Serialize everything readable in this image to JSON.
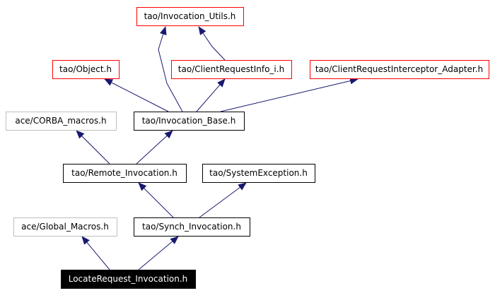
{
  "colors": {
    "edge": "#191970",
    "border_red": "#ff0000",
    "border_black": "#000000",
    "border_gray": "#bfbfbf",
    "focus_fill": "#000000",
    "focus_text": "#ffffff"
  },
  "nodes": [
    {
      "id": "invocation_utils",
      "label": "tao/Invocation_Utils.h",
      "style": "red"
    },
    {
      "id": "object_h",
      "label": "tao/Object.h",
      "style": "red"
    },
    {
      "id": "clientrequestinfo_i",
      "label": "tao/ClientRequestInfo_i.h",
      "style": "red"
    },
    {
      "id": "clientrequestinterceptor_adapter",
      "label": "tao/ClientRequestInterceptor_Adapter.h",
      "style": "red"
    },
    {
      "id": "corba_macros",
      "label": "ace/CORBA_macros.h",
      "style": "gray"
    },
    {
      "id": "invocation_base",
      "label": "tao/Invocation_Base.h",
      "style": "black"
    },
    {
      "id": "remote_invocation",
      "label": "tao/Remote_Invocation.h",
      "style": "black"
    },
    {
      "id": "systemexception",
      "label": "tao/SystemException.h",
      "style": "black"
    },
    {
      "id": "global_macros",
      "label": "ace/Global_Macros.h",
      "style": "gray"
    },
    {
      "id": "synch_invocation",
      "label": "tao/Synch_Invocation.h",
      "style": "black"
    },
    {
      "id": "locaterequest_invocation",
      "label": "LocateRequest_Invocation.h",
      "style": "focus"
    }
  ],
  "edges": [
    {
      "from": "locaterequest_invocation",
      "to": "global_macros"
    },
    {
      "from": "locaterequest_invocation",
      "to": "synch_invocation"
    },
    {
      "from": "synch_invocation",
      "to": "remote_invocation"
    },
    {
      "from": "synch_invocation",
      "to": "systemexception"
    },
    {
      "from": "remote_invocation",
      "to": "corba_macros"
    },
    {
      "from": "remote_invocation",
      "to": "invocation_base"
    },
    {
      "from": "invocation_base",
      "to": "object_h"
    },
    {
      "from": "invocation_base",
      "to": "clientrequestinfo_i"
    },
    {
      "from": "invocation_base",
      "to": "clientrequestinterceptor_adapter"
    },
    {
      "from": "invocation_base",
      "to": "invocation_utils"
    },
    {
      "from": "clientrequestinfo_i",
      "to": "invocation_utils"
    }
  ]
}
